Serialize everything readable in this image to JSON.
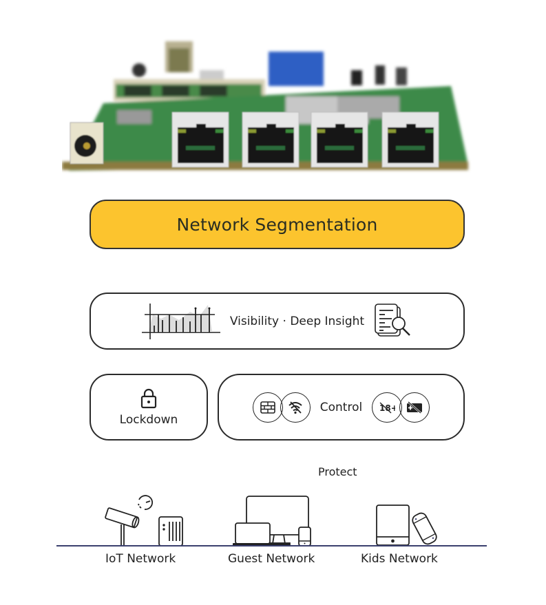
{
  "hero": {
    "image_alt": "Network appliance board with four ethernet ports",
    "port_count": 4
  },
  "title_pill": {
    "label": "Network Segmentation",
    "color": "#fcc42e"
  },
  "visibility": {
    "label": "Visibility · Deep Insight",
    "left_icon": "traffic-chart-icon",
    "right_icon": "document-search-icon"
  },
  "lockdown": {
    "label": "Lockdown",
    "icon": "padlock-icon"
  },
  "control": {
    "label": "Control",
    "left_icons": [
      "firewall-icon",
      "wifi-off-icon"
    ],
    "right_icons": [
      "adult-content-block-icon",
      "ad-block-icon"
    ]
  },
  "protect": {
    "label": "Protect"
  },
  "networks": [
    {
      "label": "IoT Network",
      "icons": [
        "camera-icon",
        "gauge-icon",
        "smart-speaker-icon"
      ]
    },
    {
      "label": "Guest Network",
      "icons": [
        "monitor-icon",
        "laptop-icon",
        "phone-icon"
      ]
    },
    {
      "label": "Kids Network",
      "icons": [
        "tablet-icon",
        "game-console-icon"
      ]
    }
  ],
  "colors": {
    "accent": "#fcc42e",
    "baseline": "#3a3f6e",
    "outline": "#2a2a2a"
  }
}
